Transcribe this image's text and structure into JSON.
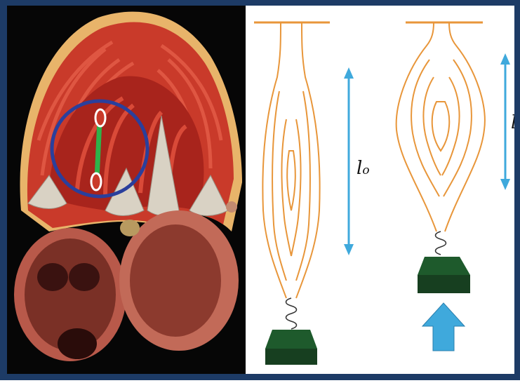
{
  "figure": {
    "left_image": "heart-cross-section-illustration",
    "right_diagram": "muscle-length-shortening-diagram",
    "labels": {
      "rest_length_main": "l",
      "rest_length_sub": "o",
      "contracted_length": "l"
    },
    "colors": {
      "frame": "#1d3b66",
      "muscle_outline": "#e8963a",
      "arrow": "#3fa9dc",
      "weight": "#1e5a2c",
      "circle": "#2a3f9c",
      "chorda": "#2eb34a"
    }
  }
}
